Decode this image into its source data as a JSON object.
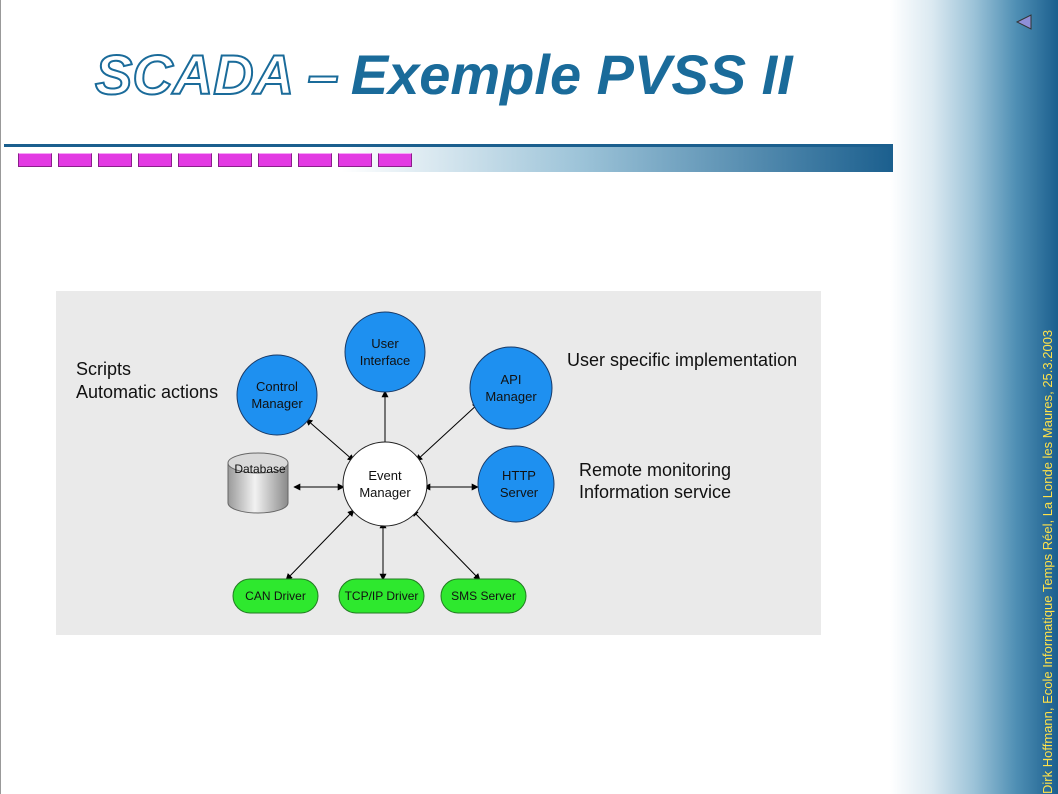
{
  "slide": {
    "title_outline": "SCADA –",
    "title_solid": "Exemple PVSS II",
    "footer_vertical": "Dirk Hoffmann, Ecole Informatique Temps Réel, La Londe les Maures, 25.3.2003",
    "colors": {
      "accent": "#1a6b9a",
      "magenta_block": "#e33ae3",
      "node_blue": "#1e90f0",
      "node_green": "#2ee82e"
    }
  },
  "diagram": {
    "nodes": {
      "user_interface": "User\nInterface",
      "control_manager": "Control\nManager",
      "api_manager": "API\nManager",
      "event_manager": "Event\nManager",
      "http_server": "HTTP\nServer",
      "database": "Database",
      "can_driver": "CAN Driver",
      "tcpip_driver": "TCP/IP Driver",
      "sms_server": "SMS Server"
    },
    "annotations": {
      "scripts": "Scripts",
      "automatic_actions": "Automatic actions",
      "user_specific": "User specific implementation",
      "remote_monitoring": "Remote monitoring",
      "information_service": "Information service"
    }
  }
}
